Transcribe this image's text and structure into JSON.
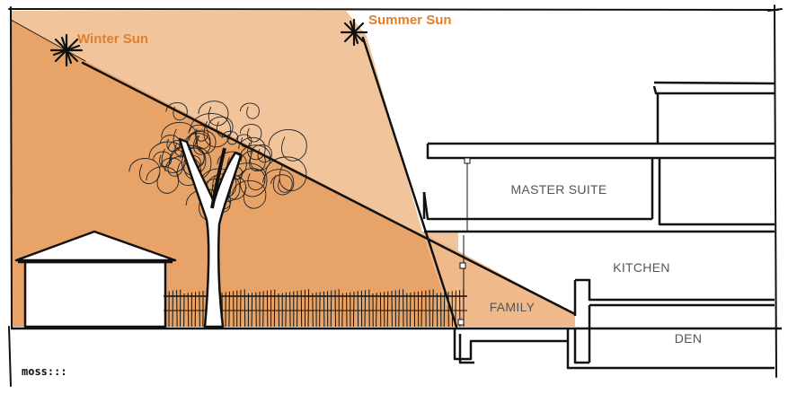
{
  "sun_labels": {
    "winter": "Winter Sun",
    "summer": "Summer Sun"
  },
  "rooms": {
    "master_suite": "MASTER SUITE",
    "kitchen": "KITCHEN",
    "family": "FAMILY",
    "den": "DEN"
  },
  "logo": "moss:::",
  "colors": {
    "summer_zone": "#f2c49b",
    "winter_zone": "#e8a468",
    "accent_text": "#e07f2e",
    "ink": "#111111"
  }
}
